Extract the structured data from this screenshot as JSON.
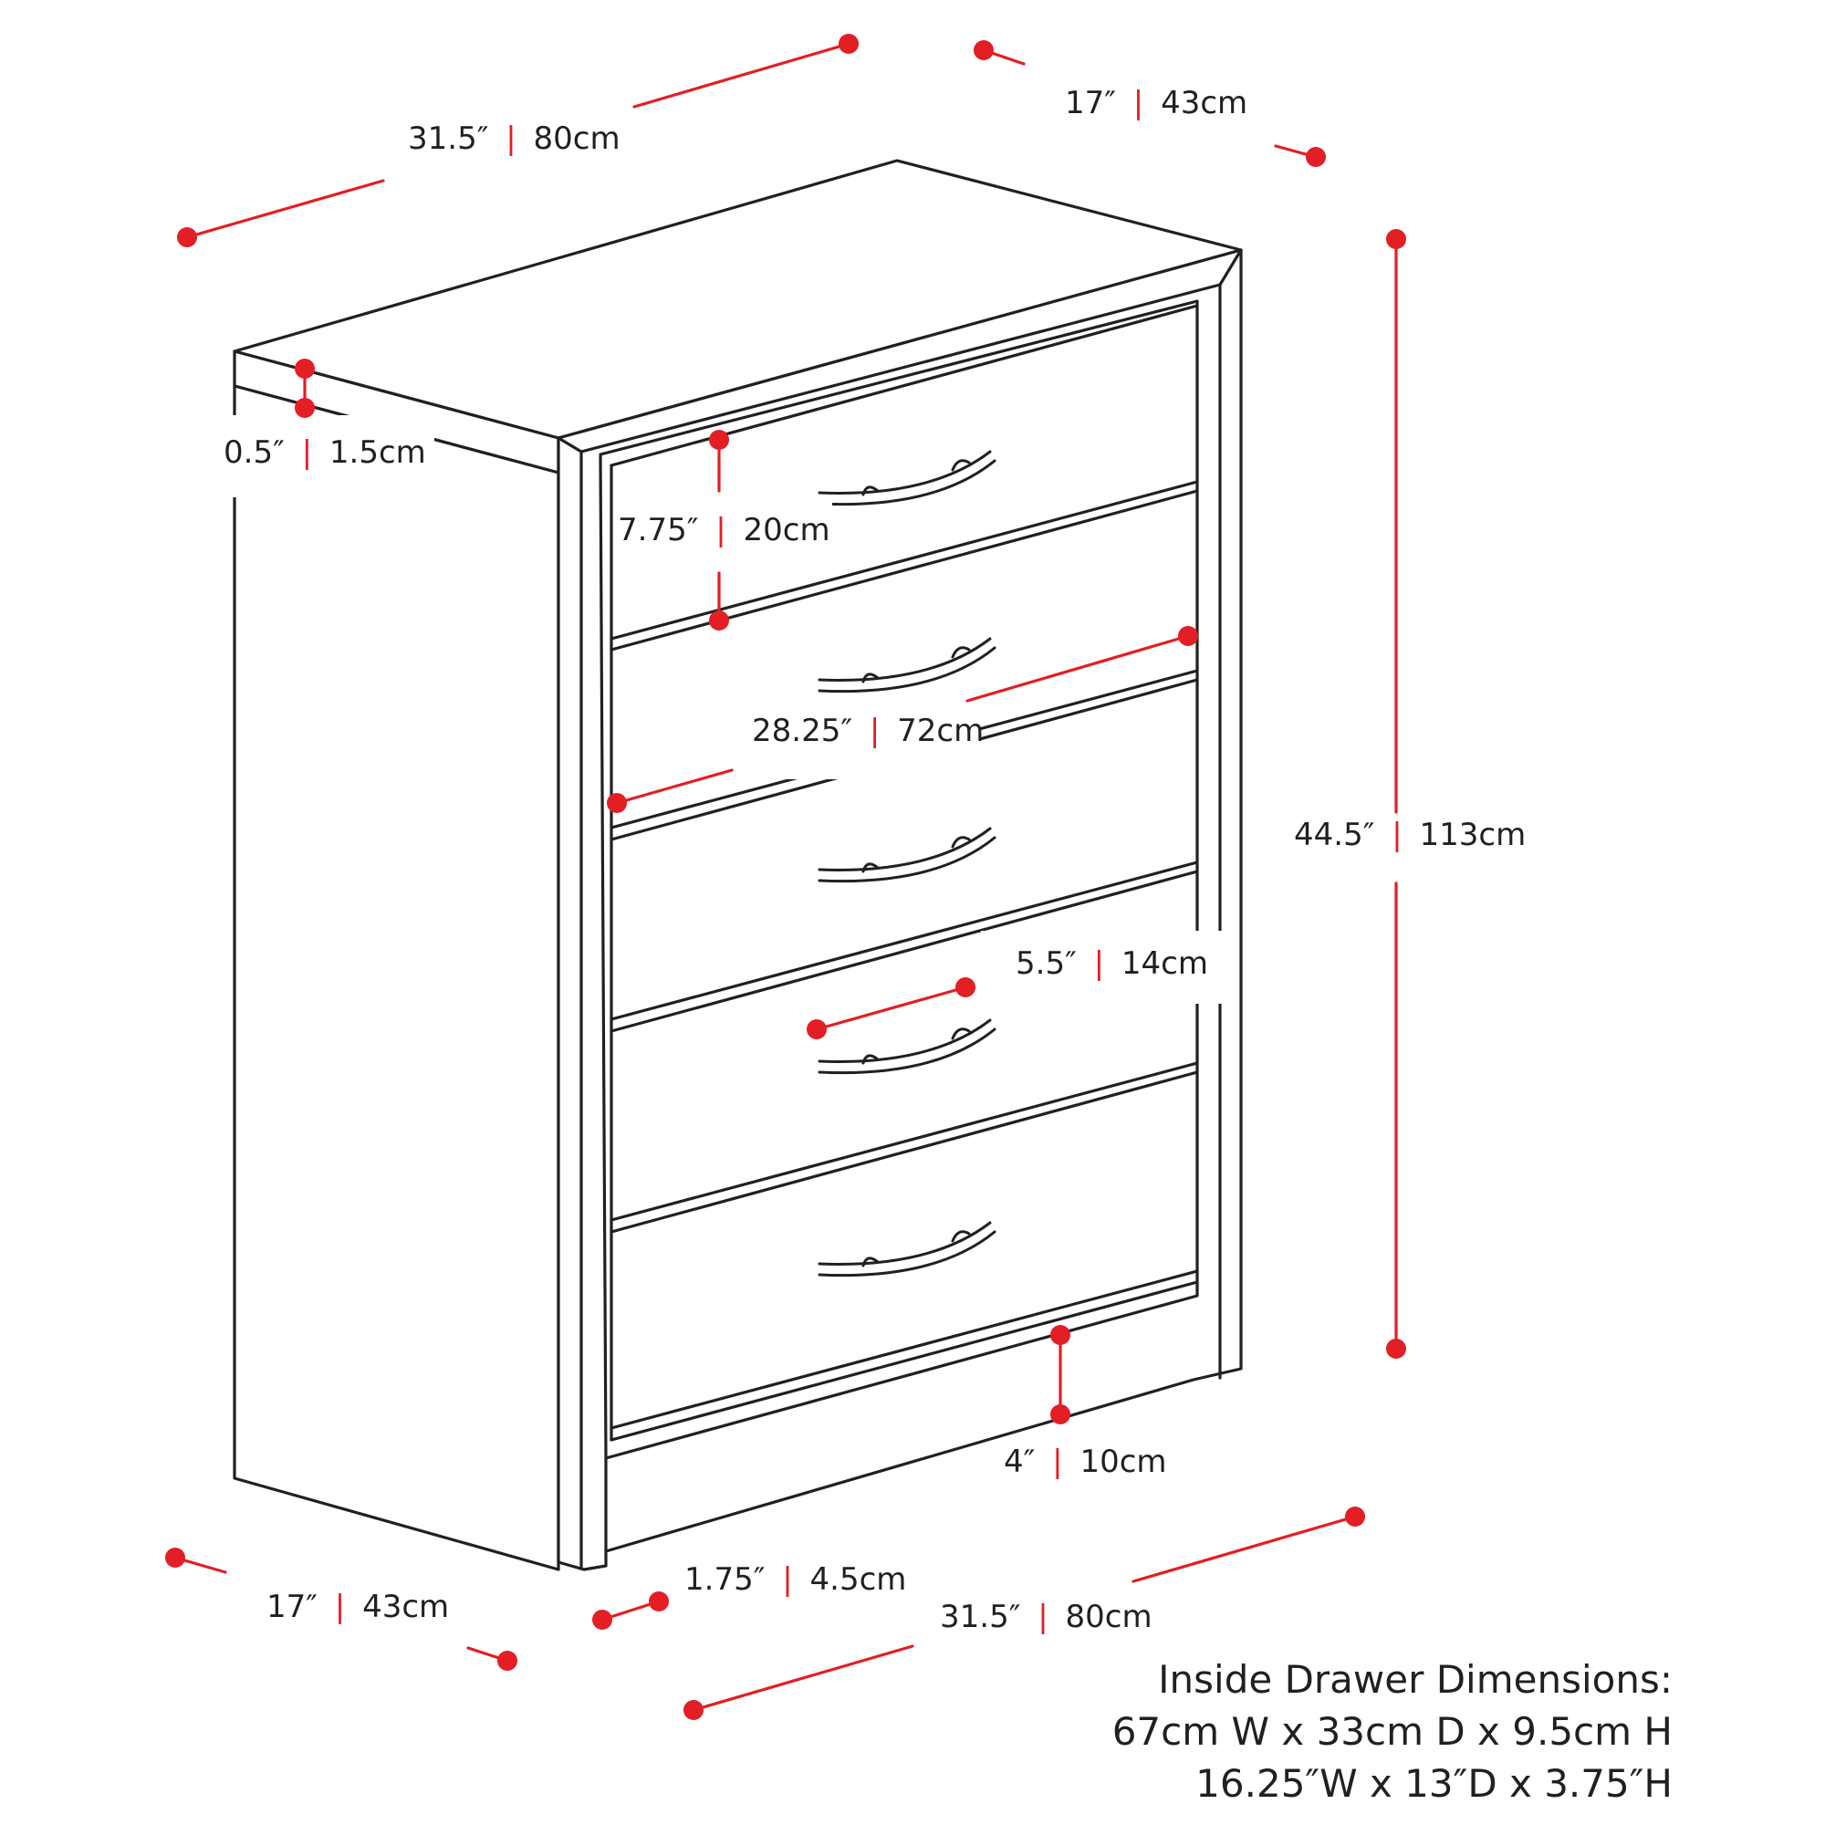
{
  "labels": {
    "top_width": {
      "in": "31.5″",
      "cm": "80cm"
    },
    "top_depth": {
      "in": "17″",
      "cm": "43cm"
    },
    "top_thickness": {
      "in": "0.5″",
      "cm": "1.5cm"
    },
    "drawer_height": {
      "in": "7.75″",
      "cm": "20cm"
    },
    "drawer_width": {
      "in": "28.25″",
      "cm": "72cm"
    },
    "total_height": {
      "in": "44.5″",
      "cm": "113cm"
    },
    "handle_width": {
      "in": "5.5″",
      "cm": "14cm"
    },
    "base_height": {
      "in": "4″",
      "cm": "10cm"
    },
    "side_trim": {
      "in": "1.75″",
      "cm": "4.5cm"
    },
    "bottom_depth": {
      "in": "17″",
      "cm": "43cm"
    },
    "bottom_width": {
      "in": "31.5″",
      "cm": "80cm"
    }
  },
  "separator": "|",
  "inside_drawer": {
    "heading": "Inside Drawer Dimensions:",
    "metric": "67cm W x 33cm D x 9.5cm H",
    "imperial": "16.25″W x 13″D x 3.75″H"
  },
  "colors": {
    "dimension": "#e31e24",
    "outline": "#231f20"
  }
}
